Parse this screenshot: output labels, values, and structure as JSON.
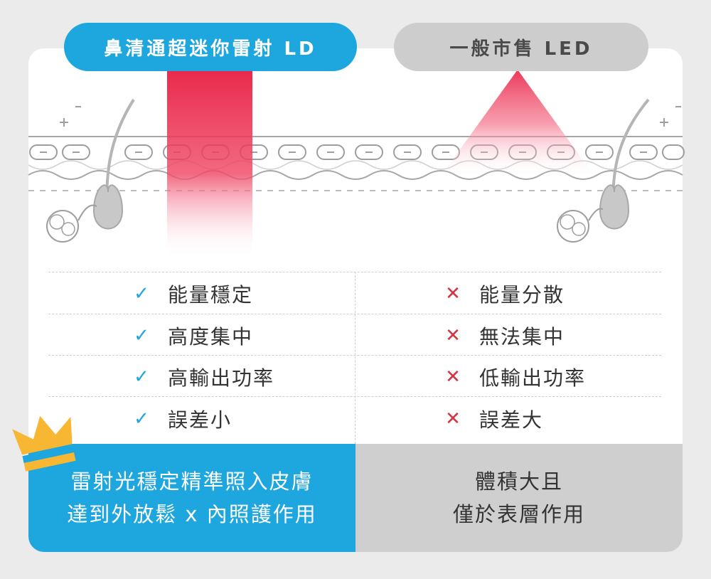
{
  "header": {
    "left_label": "鼻清通超迷你雷射 LD",
    "right_label": "一般市售 LED"
  },
  "colors": {
    "blue": "#1ea6df",
    "gray": "#cdcdcd",
    "red": "#e8163c",
    "check": "#1ea6df",
    "cross": "#d8313f"
  },
  "left_list": {
    "mark": "✓",
    "items": [
      "能量穩定",
      "高度集中",
      "高輸出功率",
      "誤差小"
    ]
  },
  "right_list": {
    "mark": "✕",
    "items": [
      "能量分散",
      "無法集中",
      "低輸出功率",
      "誤差大"
    ]
  },
  "footer": {
    "left_line1": "雷射光穩定精準照入皮膚",
    "left_line2": "達到外放鬆 x 內照護作用",
    "right_line1": "體積大且",
    "right_line2": "僅於表層作用"
  },
  "icons": [
    "crown-icon",
    "check-icon",
    "cross-icon",
    "hair-follicle-icon",
    "plus-icon",
    "minus-icon"
  ]
}
